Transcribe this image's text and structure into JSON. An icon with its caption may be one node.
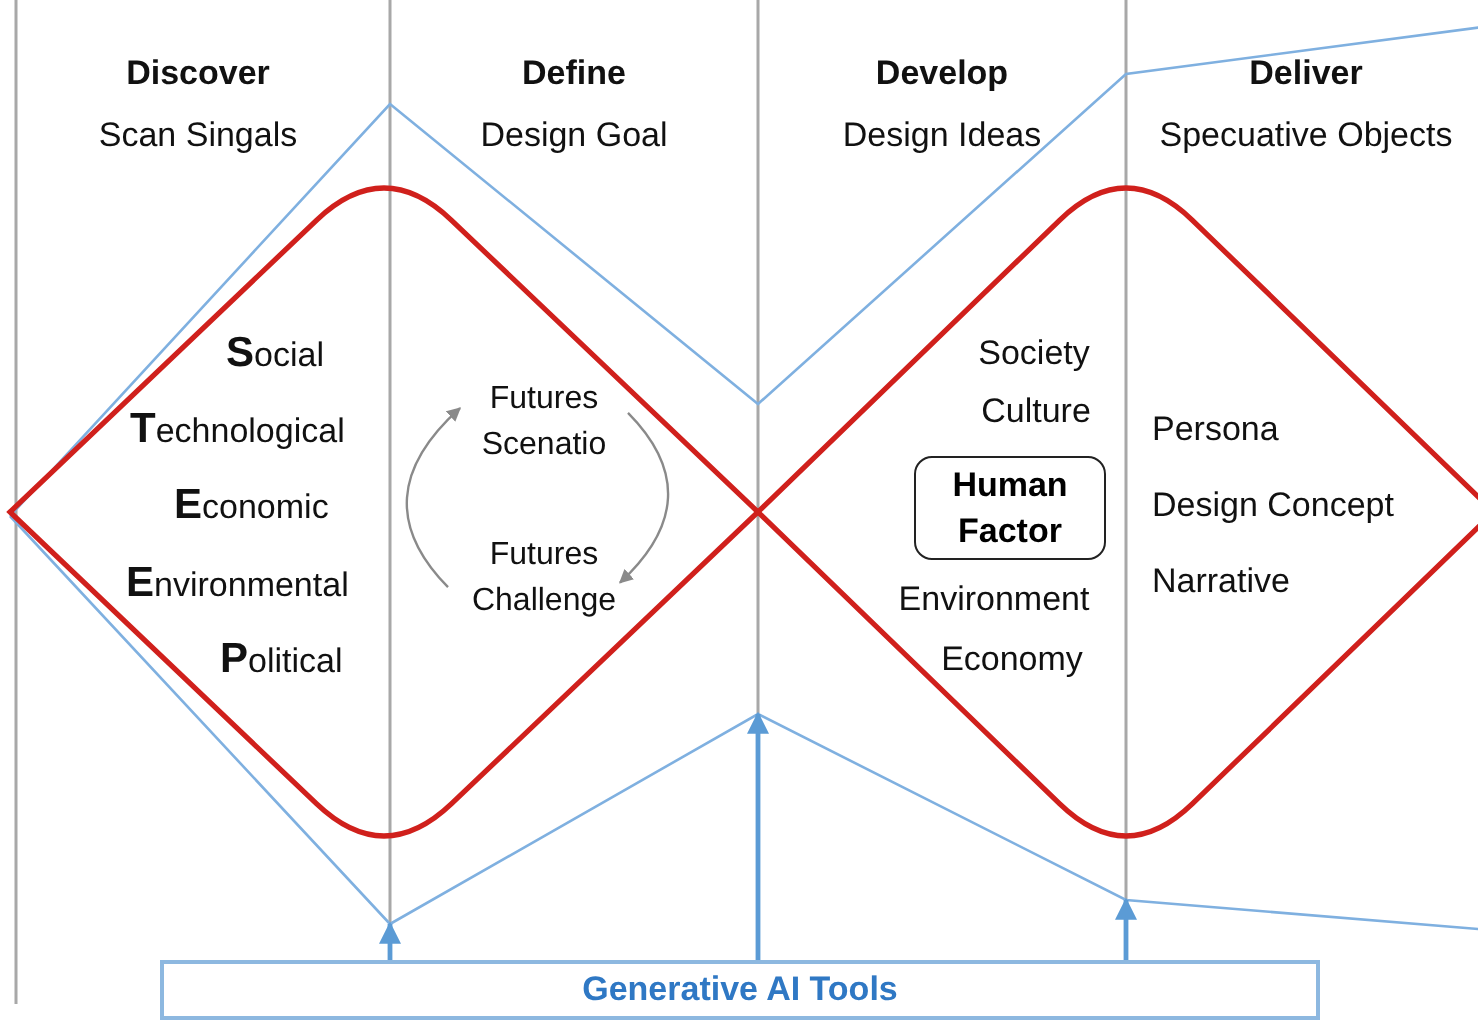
{
  "diagram": {
    "nodes": [
      {
        "text": [
          "**S**ocial",
          "**T**echnological",
          "**E**conomic",
          "**E**nvironmental",
          "**P**olitical"
        ]
      },
      {
        "text": [
          "Futures Scenatio"
        ],
        "in": 0
      },
      {
        "text": [
          "Futures Challenge"
        ],
        "in": 0
      },
      {
        "text": [
          "Society",
          "Culture",
          "Environment",
          "Economy",
          "Persona",
          "Design Concept",
          "Narrative"
        ]
      },
      {
        "text": [
          "Human Factor"
        ],
        "in": 3
      },
      {
        "text": [
          "Generative AI Tools"
        ]
      }
    ],
    "edges": [
      {
        "from": 2,
        "to": 1,
        "arrow": "to",
        "color": "#8a8a8a"
      },
      {
        "from": 1,
        "to": 2,
        "arrow": "to",
        "color": "#8a8a8a"
      },
      {
        "from": 5,
        "to": null,
        "arrow": "to"
      },
      {
        "from": 5,
        "to": null,
        "arrow": "to"
      },
      {
        "from": 5,
        "to": null,
        "arrow": "to"
      }
    ],
    "labels": [
      "Discover",
      "Scan Singals",
      "Define",
      "Design Goal",
      "Develop",
      "Design Ideas",
      "Deliver",
      "Specuative Objects"
    ]
  }
}
